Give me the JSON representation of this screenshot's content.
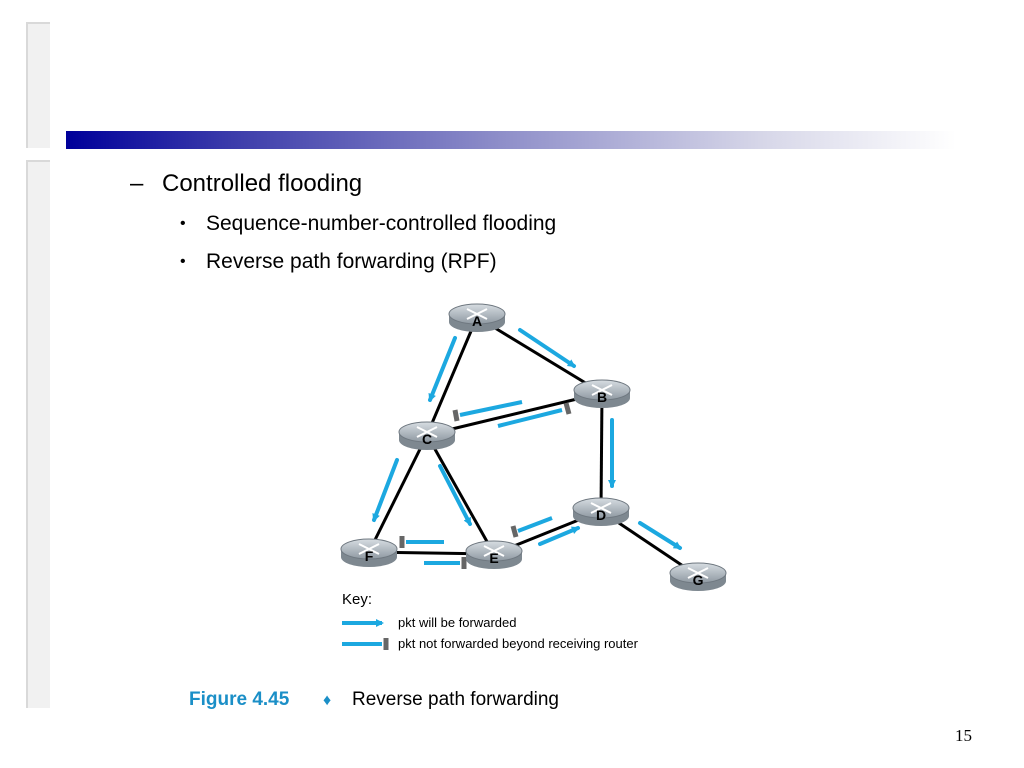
{
  "bullets": {
    "level1": {
      "marker": "–",
      "text": "Controlled flooding"
    },
    "level2": [
      {
        "marker": "•",
        "text": "Sequence-number-controlled flooding"
      },
      {
        "marker": "•",
        "text": "Reverse path forwarding (RPF)"
      }
    ]
  },
  "figure": {
    "routers": {
      "A": "A",
      "B": "B",
      "C": "C",
      "D": "D",
      "E": "E",
      "F": "F",
      "G": "G"
    },
    "key_title": "Key:",
    "key_forwarded": "pkt will be forwarded",
    "key_not_forwarded": "pkt not forwarded beyond receiving router",
    "caption_label": "Figure 4.45",
    "caption_separator": "♦",
    "caption_text": "Reverse path forwarding",
    "colors": {
      "arrow": "#1ca8e0",
      "link": "#000000",
      "router": "#9aa4ac",
      "caption": "#1b8fc7"
    }
  },
  "slide_number": "15"
}
